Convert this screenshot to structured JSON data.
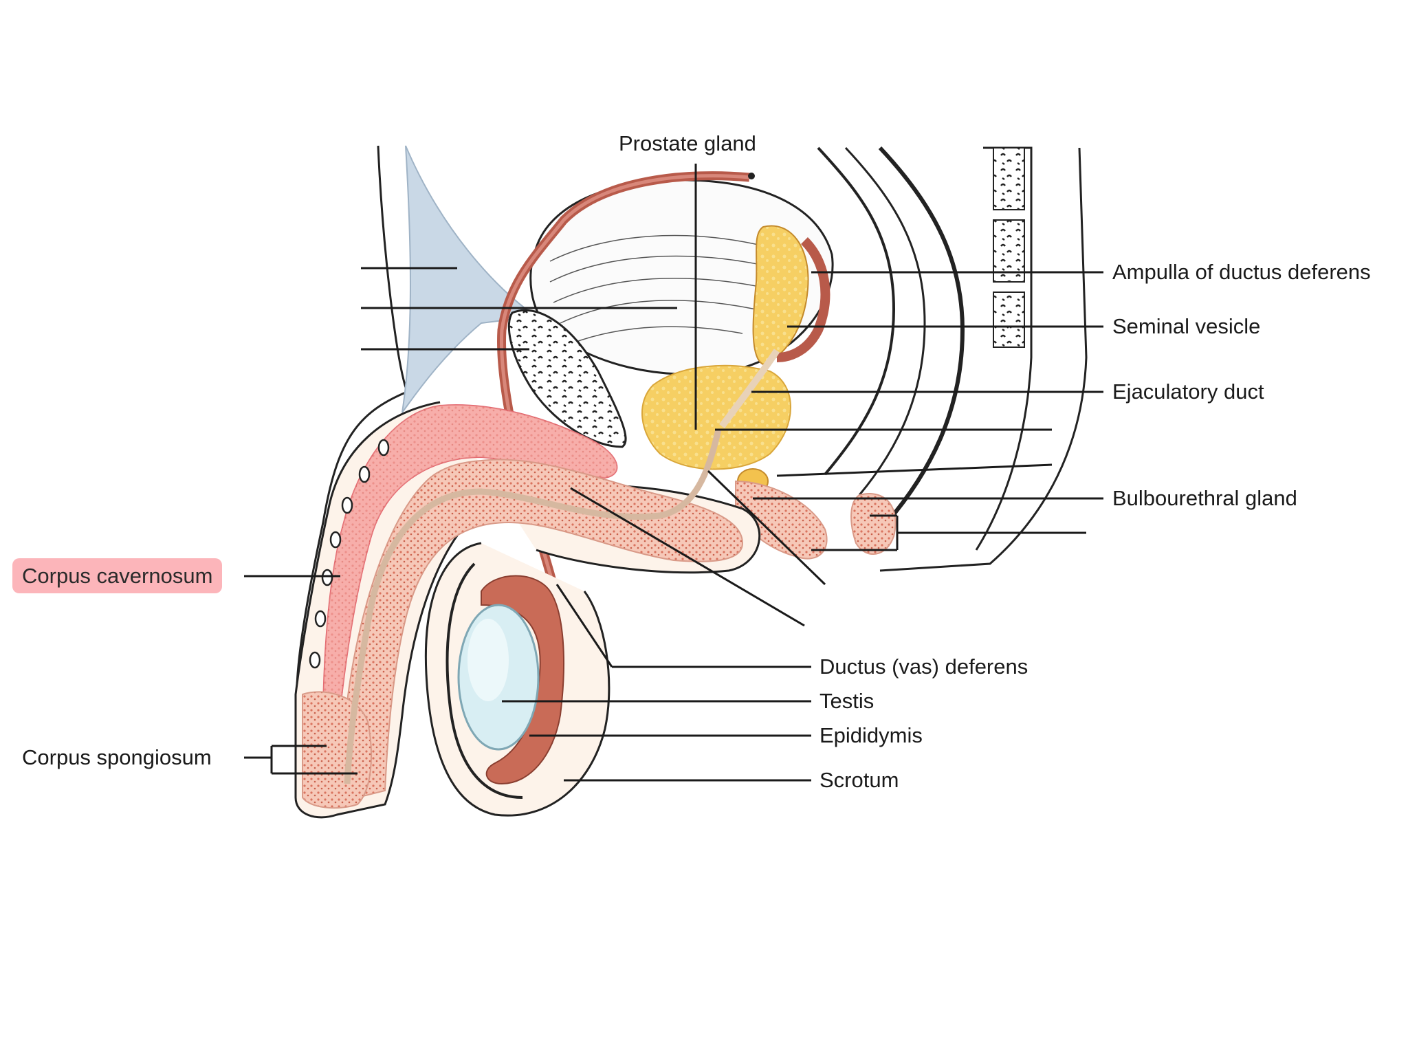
{
  "diagram": {
    "labels": {
      "prostate_gland": "Prostate gland",
      "ampulla": "Ampulla of ductus deferens",
      "seminal_vesicle": "Seminal vesicle",
      "ejaculatory_duct": "Ejaculatory duct",
      "bulbourethral_gland": "Bulbourethral gland",
      "corpus_cavernosum": "Corpus cavernosum",
      "corpus_spongiosum": "Corpus spongiosum",
      "ductus_deferens": "Ductus (vas) deferens",
      "testis": "Testis",
      "epididymis": "Epididymis",
      "scrotum": "Scrotum"
    },
    "colors": {
      "highlight": "#f98a92",
      "erectile_tissue": "#f4b6a6",
      "duct": "#b85a4a",
      "gland": "#f3c24e",
      "testis": "#d8eef3",
      "ligament": "#c9d8e6",
      "line": "#1a1a1a"
    }
  }
}
